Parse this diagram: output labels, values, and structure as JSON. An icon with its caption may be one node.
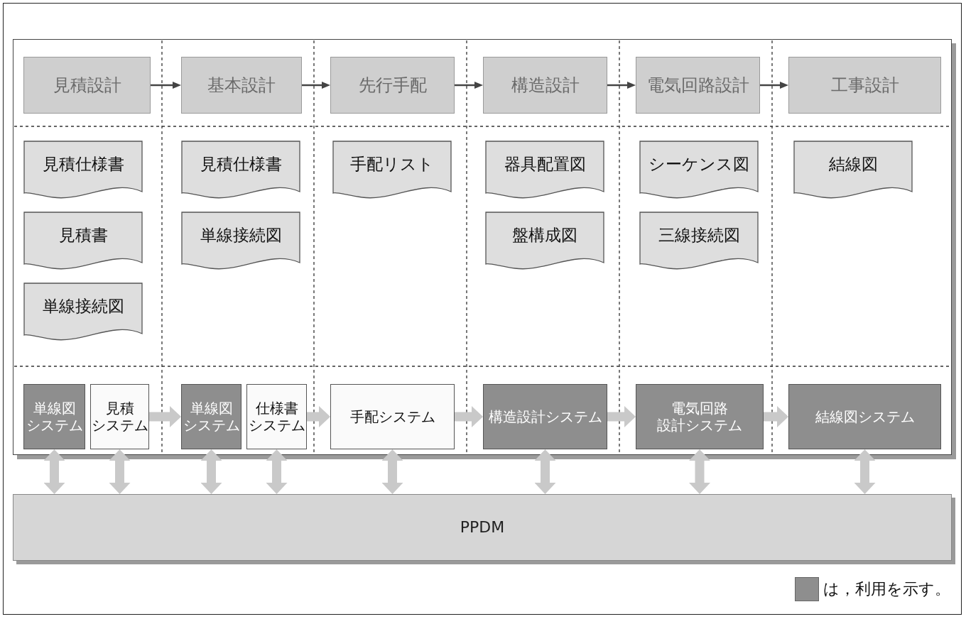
{
  "diagram": {
    "nodes": [
      {
        "text": [
          "見積設計"
        ]
      },
      {
        "text": [
          "基本設計"
        ]
      },
      {
        "text": [
          "先行手配"
        ]
      },
      {
        "text": [
          "構造設計"
        ]
      },
      {
        "text": [
          "電気回路設計"
        ]
      },
      {
        "text": [
          "工事設計"
        ]
      },
      {
        "text": [
          "見積仕様書"
        ]
      },
      {
        "text": [
          "見積仕様書"
        ]
      },
      {
        "text": [
          "手配リスト"
        ]
      },
      {
        "text": [
          "器具配置図"
        ]
      },
      {
        "text": [
          "シーケンス図"
        ]
      },
      {
        "text": [
          "結線図"
        ]
      },
      {
        "text": [
          "見積書"
        ]
      },
      {
        "text": [
          "単線接続図"
        ]
      },
      {
        "text": [
          "盤構成図"
        ]
      },
      {
        "text": [
          "三線接続図"
        ]
      },
      {
        "text": [
          "単線接続図"
        ]
      },
      {
        "text": [
          "単線図システム"
        ]
      },
      {
        "text": [
          "見積システム"
        ]
      },
      {
        "text": [
          "単線図システム"
        ]
      },
      {
        "text": [
          "仕様書システム"
        ]
      },
      {
        "text": [
          "手配システム"
        ]
      },
      {
        "text": [
          "構造設計システム"
        ]
      },
      {
        "text": [
          "電気回路設計システム"
        ]
      },
      {
        "text": [
          "結線図システム"
        ]
      },
      {
        "text": [
          "PPDM"
        ]
      }
    ],
    "edges": [
      {
        "from": 0,
        "to": 1,
        "arrow": "to",
        "color": "#444444"
      },
      {
        "from": 1,
        "to": 2,
        "arrow": "to",
        "color": "#444444"
      },
      {
        "from": 2,
        "to": 3,
        "arrow": "to",
        "color": "#444444"
      },
      {
        "from": 3,
        "to": 4,
        "arrow": "to",
        "color": "#444444"
      },
      {
        "from": 4,
        "to": 5,
        "arrow": "to",
        "color": "#444444"
      },
      {
        "from": 18,
        "to": 19,
        "arrow": "to"
      },
      {
        "from": 20,
        "to": 21,
        "arrow": "to"
      },
      {
        "from": 21,
        "to": 22,
        "arrow": "to"
      },
      {
        "from": 22,
        "to": 23,
        "arrow": "to"
      },
      {
        "from": 23,
        "to": 24,
        "arrow": "to"
      },
      {
        "from": 17,
        "to": 25,
        "arrow": "both"
      },
      {
        "from": 18,
        "to": 25,
        "arrow": "both"
      },
      {
        "from": 19,
        "to": 25,
        "arrow": "both"
      },
      {
        "from": 20,
        "to": 25,
        "arrow": "both"
      },
      {
        "from": 21,
        "to": 25,
        "arrow": "both"
      },
      {
        "from": 22,
        "to": 25,
        "arrow": "both"
      },
      {
        "from": 23,
        "to": 25,
        "arrow": "both"
      },
      {
        "from": 24,
        "to": 25,
        "arrow": "both"
      }
    ],
    "legend": [
      {
        "text": "は，利用を示す。",
        "color": "#8e8e8e"
      }
    ]
  }
}
